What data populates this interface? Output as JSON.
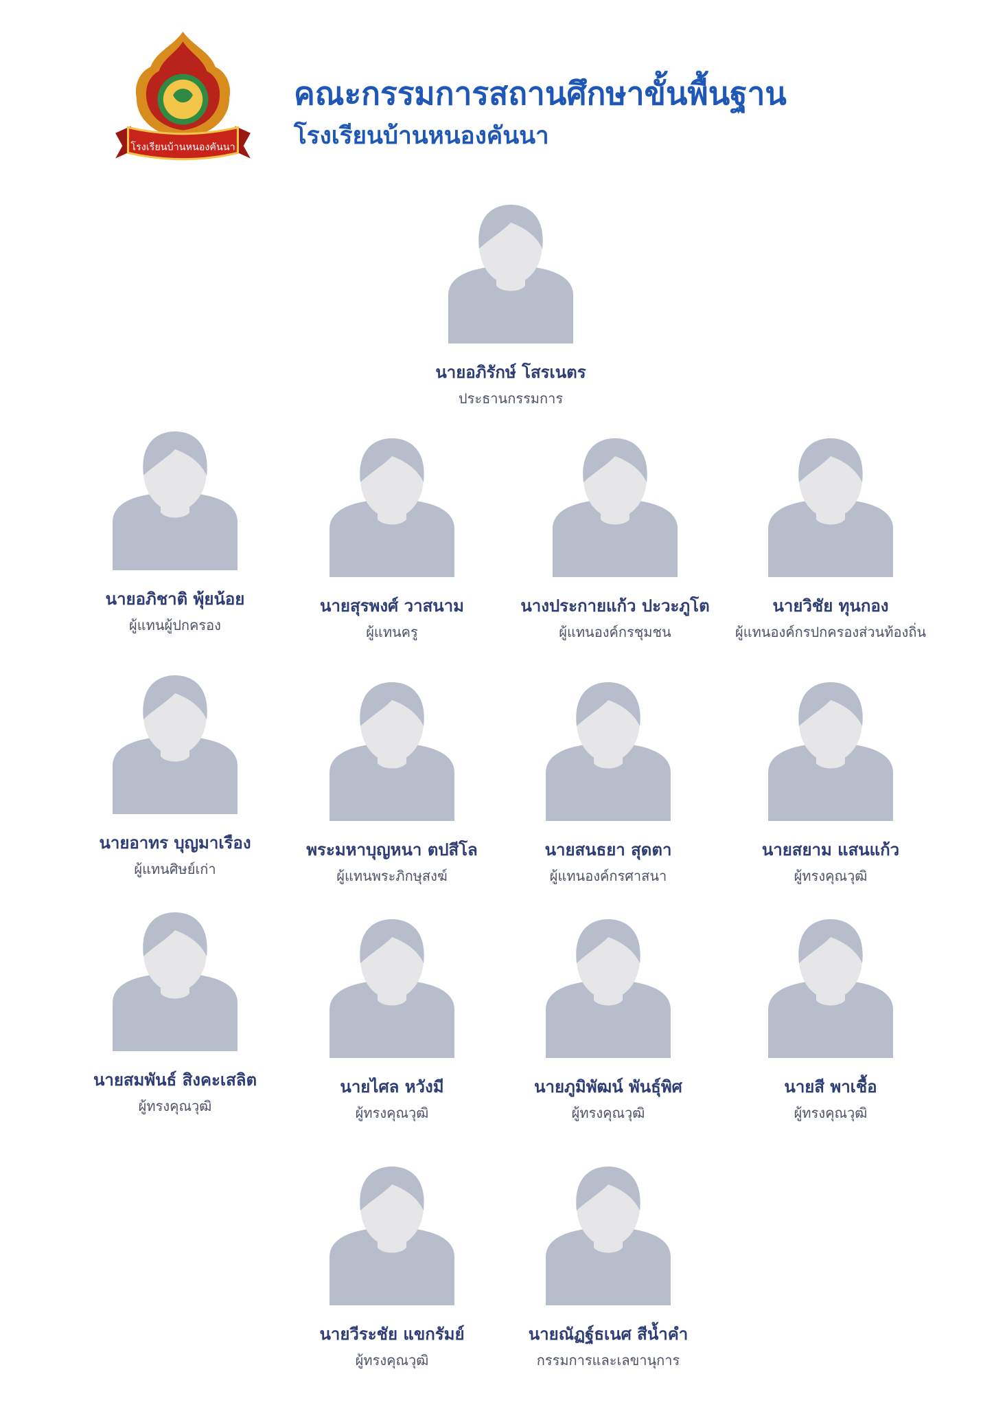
{
  "header": {
    "title": "คณะกรรมการสถานศึกษาขั้นพื้นฐาน",
    "subtitle": "โรงเรียนบ้านหนองคันนา",
    "logo_text": "โรงเรียนบ้านหนองคันนา"
  },
  "members": [
    {
      "name": "นายอภิรักษ์ โสรเนตร",
      "role": "ประธานกรรมการ"
    },
    {
      "name": "นายอภิชาติ พุ้ยน้อย",
      "role": "ผู้แทนผู้ปกครอง"
    },
    {
      "name": "นายสุรพงศ์ วาสนาม",
      "role": "ผู้แทนครู"
    },
    {
      "name": "นางประกายแก้ว ปะวะภูโต",
      "role": "ผู้แทนองค์กรชุมชน"
    },
    {
      "name": "นายวิชัย ทุนกอง",
      "role": "ผู้แทนองค์กรปกครองส่วนท้องถิ่น"
    },
    {
      "name": "นายอาทร บุญมาเรือง",
      "role": "ผู้แทนศิษย์เก่า"
    },
    {
      "name": "พระมหาบุญหนา ตปสีโล",
      "role": "ผู้แทนพระภิกษุสงฆ์"
    },
    {
      "name": "นายสนธยา สุดตา",
      "role": "ผู้แทนองค์กรศาสนา"
    },
    {
      "name": "นายสยาม แสนแก้ว",
      "role": "ผู้ทรงคุณวุฒิ"
    },
    {
      "name": "นายสมพันธ์ สิงคะเสลิต",
      "role": "ผู้ทรงคุณวุฒิ"
    },
    {
      "name": "นายไศล หวังมี",
      "role": "ผู้ทรงคุณวุฒิ"
    },
    {
      "name": "นายภูมิพัฒน์ พันธุ์พิศ",
      "role": "ผู้ทรงคุณวุฒิ"
    },
    {
      "name": "นายสี พาเชื้อ",
      "role": "ผู้ทรงคุณวุฒิ"
    },
    {
      "name": "นายวีระชัย แขกรัมย์",
      "role": "ผู้ทรงคุณวุฒิ"
    },
    {
      "name": "นายณัฏฐ์ธเนศ สีน้ำคำ",
      "role": "กรรมการและเลขานุการ"
    }
  ],
  "colors": {
    "title": "#1f57b6",
    "name": "#2e3e75",
    "avatar_body": "#b7bdcb",
    "avatar_face": "#e6e6e8"
  }
}
